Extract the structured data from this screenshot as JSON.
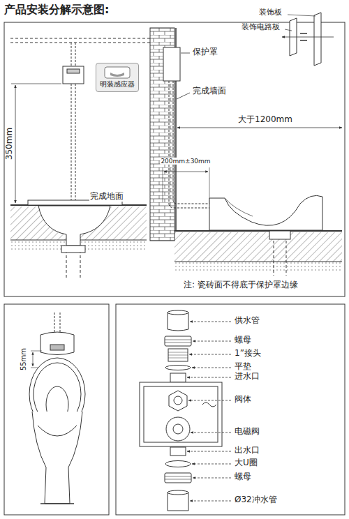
{
  "diagram": {
    "title": "产品安装分解示意图:",
    "nodes": [
      {
        "text": [
          "明装感应器"
        ]
      }
    ],
    "labels": [
      "350mm",
      "完成地面",
      "保护罩",
      "完成墙面",
      "大于1200mm",
      "200mm±30mm",
      "装饰板",
      "装饰电路板",
      "注: 瓷砖面不得底于保护罩边缘",
      "55mm",
      "供水管",
      "螺母",
      "1”接头",
      "平垫",
      "进水口",
      "阀体",
      "电磁阀",
      "出水口",
      "大U圈",
      "螺母",
      "Ø32冲水管"
    ]
  }
}
